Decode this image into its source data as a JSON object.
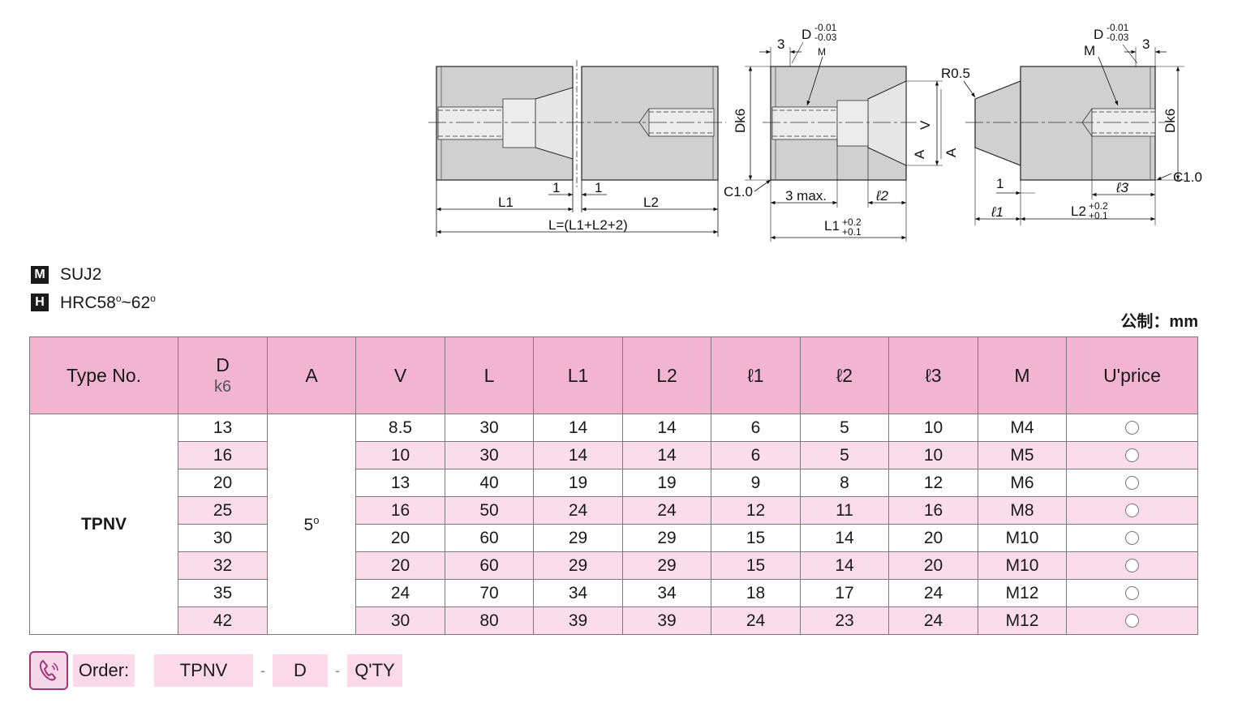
{
  "drawing_labels": {
    "d1_L1": "L1",
    "d1_L2": "L2",
    "d1_one_a": "1",
    "d1_one_b": "1",
    "d1_total": "L=(L1+L2+2)",
    "d2_three": "3",
    "d2_D": "D",
    "d2_D_tol_upper": "-0.01",
    "d2_D_tol_lower": "-0.03",
    "d2_M": "M",
    "d2_Dk6": "Dk6",
    "d2_V": "V",
    "d2_A": "A",
    "d2_C": "C1.0",
    "d2_3max": "3 max.",
    "d2_l2": "ℓ2",
    "d2_L1": "L1",
    "d2_L1_tol_upper": "+0.2",
    "d2_L1_tol_lower": "+0.1",
    "d3_R": "R0.5",
    "d3_A": "A",
    "d3_D": "D",
    "d3_D_tol_upper": "-0.01",
    "d3_D_tol_lower": "-0.03",
    "d3_M": "M",
    "d3_three": "3",
    "d3_Dk6": "Dk6",
    "d3_C": "C1.0",
    "d3_one": "1",
    "d3_l1": "ℓ1",
    "d3_l3": "ℓ3",
    "d3_L2": "L2",
    "d3_L2_tol_upper": "+0.2",
    "d3_L2_tol_lower": "+0.1"
  },
  "materials": [
    {
      "badge": "M",
      "text": "SUJ2"
    },
    {
      "badge": "H",
      "text_prefix": "HRC58",
      "sup1": "o",
      "mid": "~62",
      "sup2": "o"
    }
  ],
  "unit_label": "公制：mm",
  "table": {
    "headers": {
      "type_no": "Type No.",
      "d": "D",
      "d_sub": "k6",
      "a": "A",
      "v": "V",
      "l": "L",
      "l1": "L1",
      "l2": "L2",
      "ell1": "ℓ1",
      "ell2": "ℓ2",
      "ell3": "ℓ3",
      "m": "M",
      "uprice": "U'price"
    },
    "type_value": "TPNV",
    "angle_value": "5",
    "angle_sup": "o",
    "rows": [
      {
        "d": "13",
        "v": "8.5",
        "l": "30",
        "l1": "14",
        "l2": "14",
        "ell1": "6",
        "ell2": "5",
        "ell3": "10",
        "m": "M4"
      },
      {
        "d": "16",
        "v": "10",
        "l": "30",
        "l1": "14",
        "l2": "14",
        "ell1": "6",
        "ell2": "5",
        "ell3": "10",
        "m": "M5"
      },
      {
        "d": "20",
        "v": "13",
        "l": "40",
        "l1": "19",
        "l2": "19",
        "ell1": "9",
        "ell2": "8",
        "ell3": "12",
        "m": "M6"
      },
      {
        "d": "25",
        "v": "16",
        "l": "50",
        "l1": "24",
        "l2": "24",
        "ell1": "12",
        "ell2": "11",
        "ell3": "16",
        "m": "M8"
      },
      {
        "d": "30",
        "v": "20",
        "l": "60",
        "l1": "29",
        "l2": "29",
        "ell1": "15",
        "ell2": "14",
        "ell3": "20",
        "m": "M10"
      },
      {
        "d": "32",
        "v": "20",
        "l": "60",
        "l1": "29",
        "l2": "29",
        "ell1": "15",
        "ell2": "14",
        "ell3": "20",
        "m": "M10"
      },
      {
        "d": "35",
        "v": "24",
        "l": "70",
        "l1": "34",
        "l2": "34",
        "ell1": "18",
        "ell2": "17",
        "ell3": "24",
        "m": "M12"
      },
      {
        "d": "42",
        "v": "30",
        "l": "80",
        "l1": "39",
        "l2": "39",
        "ell1": "24",
        "ell2": "23",
        "ell3": "24",
        "m": "M12"
      }
    ]
  },
  "order": {
    "label": "Order:",
    "field1": "TPNV",
    "sep1": "-",
    "field2": "D",
    "sep2": "-",
    "field3": "Q'TY"
  },
  "icons": {
    "phone": "phone-icon"
  },
  "colors": {
    "header_pink": "#f2b4cf",
    "stripe_pink": "#fbdcea",
    "order_pink": "#fbd9e8",
    "icon_border": "#a0357a"
  }
}
